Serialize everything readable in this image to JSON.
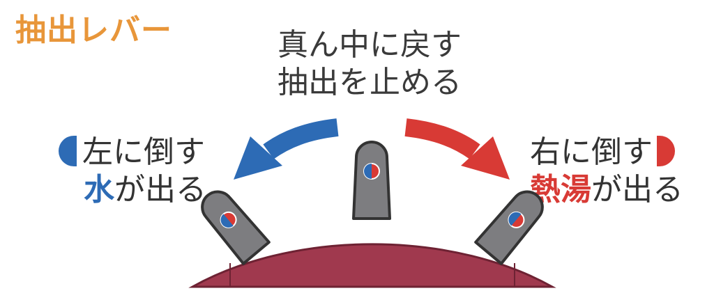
{
  "title": "抽出レバー",
  "center": {
    "line1": "真ん中に戻す",
    "line2": "抽出を止める"
  },
  "left": {
    "line1": "左に倒す",
    "line2_emph": "水",
    "line2_rest": "が出る",
    "indicator": "blue-half-circle-icon"
  },
  "right": {
    "line1": "右に倒す",
    "line2_emph": "熱湯",
    "line2_rest": "が出る",
    "indicator": "red-half-circle-icon"
  },
  "colors": {
    "title": "#e8963a",
    "water_blue": "#2d6bb5",
    "hot_red": "#d83a35",
    "dome": "#a0394e",
    "lever_grey": "#7d7d80"
  }
}
